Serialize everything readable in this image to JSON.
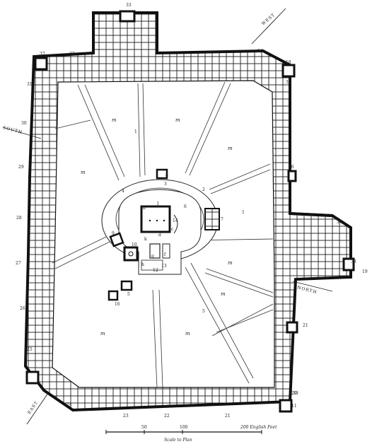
{
  "directions": {
    "west": "WEST",
    "south": "SOUTH",
    "north": "NORTH",
    "east": "EAST"
  },
  "court_letter": "m",
  "labels": {
    "n33": "33",
    "n32": "32",
    "n37a": "37",
    "n31": "31",
    "n30": "30",
    "n29": "29",
    "n28": "28",
    "n27": "27",
    "n26": "26",
    "n25": "25",
    "n24": "24",
    "n23": "23",
    "n22": "22",
    "n21": "21",
    "n20": "20",
    "n19": "19",
    "n18": "18",
    "n36": "36",
    "n37b": "37",
    "n38": "38",
    "n39": "39",
    "n16": "16",
    "n11": "11",
    "n35": "35",
    "n1": "1",
    "n2": "2",
    "n3": "3",
    "n4": "4",
    "n5": "5",
    "n6": "6",
    "n7": "7",
    "n8": "8",
    "n9": "9",
    "n10": "10",
    "n12": "12",
    "n13": "13",
    "n14": "14",
    "a": "a",
    "b": "b",
    "c": "c",
    "d": "d",
    "f": "f",
    "g": "g",
    "h": "h",
    "k": "k",
    "big_i": "I"
  },
  "scale": {
    "ticks": [
      "50",
      "100",
      "200 English Feet"
    ],
    "caption": "Scale to Plan"
  },
  "colors": {
    "ink": "#1a1a1a",
    "paper": "#ffffff"
  }
}
